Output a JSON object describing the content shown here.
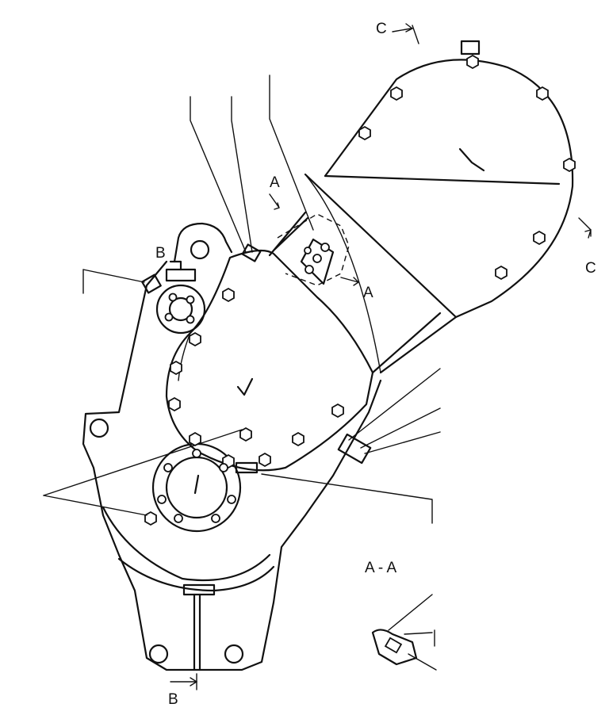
{
  "labels": {
    "section_c_top": "C",
    "section_c_right": "C",
    "section_a_upper": "A",
    "section_a_lower": "A",
    "section_b_upper": "B",
    "section_b_lower": "B",
    "section_view_title": "A - A"
  }
}
